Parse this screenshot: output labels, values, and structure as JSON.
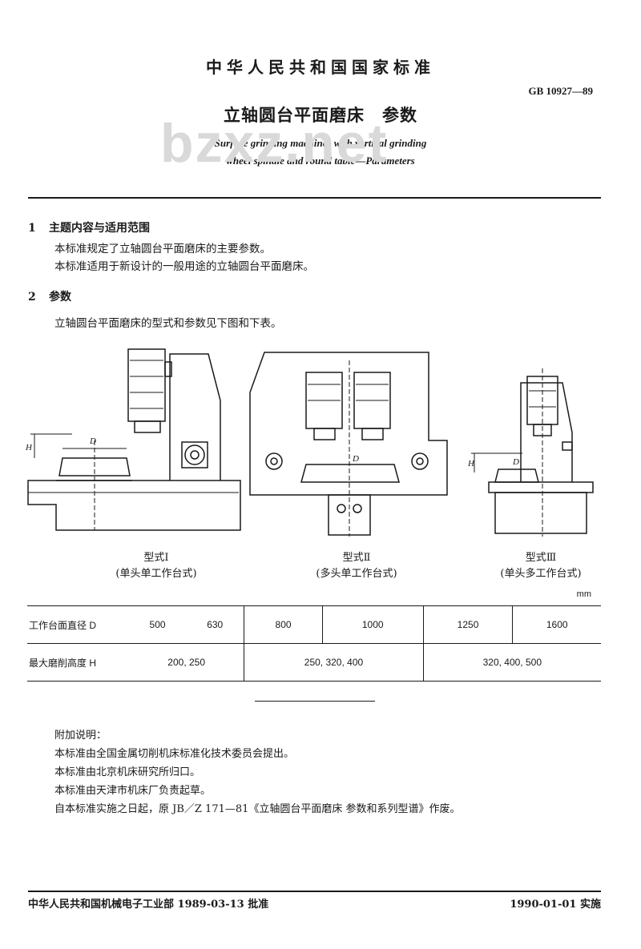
{
  "header": {
    "org": "中华人民共和国国家标准",
    "std_no": "GB 10927—89",
    "title_cn_main": "立轴圆台平面磨床",
    "title_cn_sub": "参数",
    "title_en_line1": "Surface grinding machines with vertical grinding",
    "title_en_line2": "wheel spindle and round table—Parameters",
    "watermark": "bzxz.net"
  },
  "sections": [
    {
      "num": "1",
      "title": "主题内容与适用范围",
      "paras": [
        "本标准规定了立轴圆台平面磨床的主要参数。",
        "本标准适用于新设计的一般用途的立轴圆台平面磨床。"
      ]
    },
    {
      "num": "2",
      "title": "参数",
      "paras": [
        "立轴圆台平面磨床的型式和参数见下图和下表。"
      ]
    }
  ],
  "figures": [
    {
      "label_d": "D",
      "label_h": "H",
      "caption1": "型式Ⅰ",
      "caption2": "(单头单工作台式)"
    },
    {
      "label_d": "D",
      "caption1": "型式Ⅱ",
      "caption2": "(多头单工作台式)"
    },
    {
      "label_d": "D",
      "label_h": "H",
      "caption1": "型式Ⅲ",
      "caption2": "(单头多工作台式)"
    }
  ],
  "table": {
    "unit": "mm",
    "row1_label": "工作台面直径 D",
    "row1_values": [
      "500",
      "630",
      "800",
      "1000",
      "1250",
      "1600"
    ],
    "row2_label": "最大磨削高度 H",
    "row2_values": [
      "200, 250",
      "250, 320, 400",
      "320, 400, 500"
    ]
  },
  "notes": {
    "title": "附加说明：",
    "lines": [
      "本标准由全国金属切削机床标准化技术委员会提出。",
      "本标准由北京机床研究所归口。",
      "本标准由天津市机床厂负责起草。",
      "自本标准实施之日起，原 JB／Z 171—81《立轴圆台平面磨床  参数和系列型谱》作废。"
    ]
  },
  "footer": {
    "left": "中华人民共和国机械电子工业部 1989-03-13 批准",
    "right": "1990-01-01 实施"
  }
}
